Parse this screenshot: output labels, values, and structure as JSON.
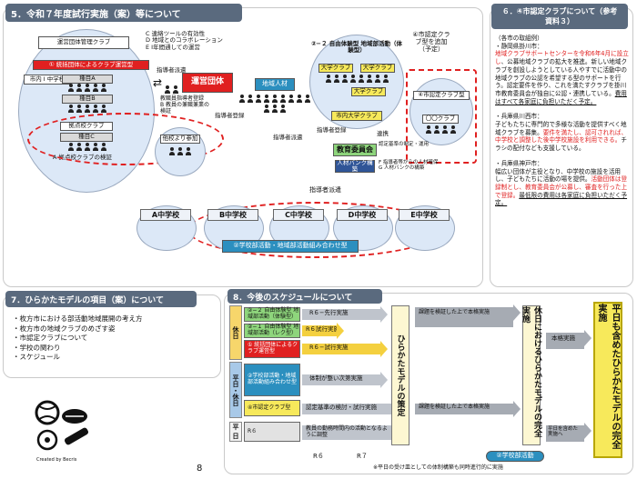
{
  "section5": {
    "title": "5．令和７年度試行実施（案）等について",
    "legend": [
      "C 連絡ツールの有効性",
      "D 地域とのコラボレーション",
      "E I年間通しての運営"
    ],
    "top_club": "運営団体管理クラブ",
    "a_label": "A",
    "b_label": "B",
    "city_group": "市内 I 中学校",
    "dummy_clubs": [
      "種目A",
      "種目B",
      "種目C"
    ],
    "school_club_label": "拠点校クラブ",
    "red_label_1": "① 統括団体によるクラブ運営型",
    "item_a_text": "A 拠点校クラブの検証",
    "other_school": "他校より参加",
    "dispatch_label": "指導者派遣",
    "unei_dantai": "運営団体",
    "instructor_reg": "指導者登録",
    "teacher_note": [
      "教職員指導者登録",
      "B 教員の兼職兼業の",
      "検証"
    ],
    "chiiki_jinzai": "地域人材",
    "red_label_2": "②−２ 自由体験型 地域部活動（体験型）",
    "club_daigaku": [
      "大学クラブ",
      "大学クラブ",
      "大学クラブ",
      "大学クラブ"
    ],
    "univ_club": "市内大学クラブ",
    "dispatch_2": "指導者派遣",
    "reg_2": "指導者登録",
    "link_label": "連携",
    "club4_title": "④市認定クラブ型を追加（予定）",
    "club4_inner": "④市認定クラブ型",
    "club4_sub": "〇〇クラブ",
    "board": "教育委員会",
    "jinzai_bank": "人材バンク構築",
    "board_notes": [
      "F 指導者等からの人材確保",
      "G 人材バンクの構築"
    ],
    "board_side": [
      "認定基準の制定・運用"
    ],
    "dispatch_3": "指導者派遣",
    "schools": [
      "A中学校",
      "B中学校",
      "C中学校",
      "D中学校",
      "E中学校"
    ],
    "blue_label": "②学校部活動・地域部活動組み合わせ型"
  },
  "section6": {
    "title": "６．④市認定クラブについて（参考資料３）",
    "intro": "（各市の取組例）",
    "kakegawa_title": "・静岡県掛川市：",
    "kakegawa_red": "地域クラブサポートセンターを令和6年4月に設立し",
    "kakegawa_black": "、公募地域クラブの拡大を推進。新しい地域クラブを創設しようとしている人やすでに活動中の地域クラブの公認を希望する型のサポートを行う。認定要件を作り、これを満たすクラブを掛川市教育委員会が独自に公認・連携している。",
    "kakegawa_underline": "費用はすべて各家庭に負担いただく予定。",
    "nishiwaki_title": "・兵庫県川西市：",
    "nishiwaki_text": "子どもたちに専門的で多様な活動を提供すべく地域クラブを募集。",
    "nishiwaki_red": "要件を満たし、認可されれば、中学校と調整した後中学校施設を利用できる。",
    "nishiwaki_tail": "チラシの配付なども支援している。",
    "kobe_title": "・兵庫県神戸市：",
    "kobe_text": "幅広い団体が主役となり、中学校の施設を活用し、子どもたちに活動の場を提供。",
    "kobe_red": "活動団体は登録制とし、教育委員会が公募し、審査を行った上で登録。",
    "kobe_underline": "最低限の費用は各家庭に負担いただく予定。"
  },
  "section7": {
    "title": "7．ひらかたモデルの項目（案）について",
    "items": [
      "・枚方市における部活動地域展開の考え方",
      "・枚方市の地域クラブのめざす姿",
      "・市認定クラブについて",
      "・学校の関わり",
      "・スケジュール"
    ],
    "credit": "Created by Becris",
    "page": "8"
  },
  "section8": {
    "title": "8．今後のスケジュールについて",
    "row_kyujitsu": "休日",
    "row_heijitsu": "平日・休日",
    "row_heijitsu2": "平日",
    "r1": "②−２ 自由体験型 地域部活動（体験型）",
    "r2": "②−１ 自由体験型 地域部活動（レク型）",
    "r3": "① 統括団体によるクラブ運営型",
    "r4": "②学校部活動・地域部活動組み合わせ型",
    "r5": "④市認定クラブ型",
    "r6": "R６",
    "bar1": "R６−先行実施",
    "bar2": "R６試行実施",
    "bar3": "R６−試行実施",
    "bar4": "体制が整い次第実施",
    "bar5": "認定基準の検討・試行実施",
    "bar6": "教員の勤務時間内の活動となるように調整",
    "note1": "課題を検証した上で本格実施",
    "note2": "課題を検証した上で本格実施",
    "honkaku": "本格実施",
    "heijitsu_note": "平日を含めた実施へ",
    "v1": "ひらかたモデルの策定",
    "v2": "休日におけるひらかたモデルの完全実施",
    "v3": "平日も含めたひらかたモデルの完全実施",
    "r7": "R７",
    "school_badge": "②学校部活動",
    "footnote": "※平日の受け皿としての体制構築も同時進行的に実施"
  },
  "colors": {
    "header": "#5a6a7e",
    "red": "#e02020",
    "yellow": "#f7e95b",
    "green": "#8ed57c",
    "navy": "#2f5597"
  }
}
